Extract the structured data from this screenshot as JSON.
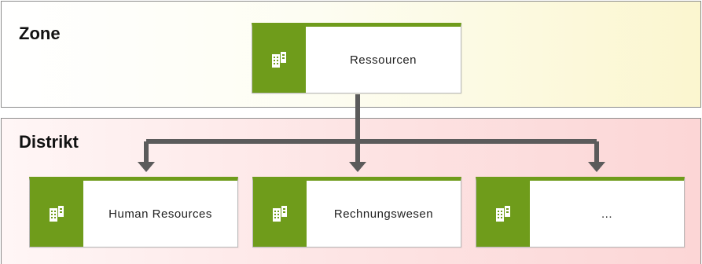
{
  "zone": {
    "label": "Zone"
  },
  "district": {
    "label": "Distrikt"
  },
  "nodes": {
    "root": {
      "label": "Ressourcen",
      "icon": "building-icon"
    },
    "children": [
      {
        "label": "Human Resources",
        "icon": "building-icon"
      },
      {
        "label": "Rechnungswesen",
        "icon": "building-icon"
      },
      {
        "label": "...",
        "icon": "building-icon"
      }
    ]
  },
  "colors": {
    "accent_green": "#6f9c1b",
    "connector": "#5b5b5b",
    "zone_bg": "#fbf6cf",
    "district_bg": "#fcd6d6"
  }
}
